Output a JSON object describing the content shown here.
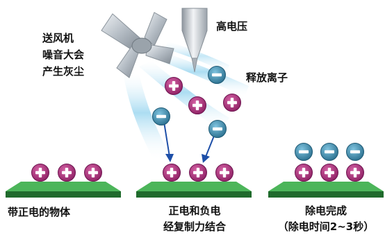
{
  "labels": {
    "fan_line1": "送风机",
    "fan_line2": "噪音大会",
    "fan_line3": "产生灰尘",
    "high_voltage": "高电压",
    "release_ions": "释放离子",
    "panel1_caption": "带正电的物体",
    "panel2_caption_line1": "正电和负电",
    "panel2_caption_line2": "经复制力结合",
    "panel3_caption_line1": "除电完成",
    "panel3_caption_line2": "（除电时间2~3秒）"
  },
  "colors": {
    "positive_ion": "#a8307a",
    "negative_ion": "#3a86a8",
    "plate_top": "#3aa34a",
    "plate_side": "#1f6a2c",
    "airflow": "#bfe6f6",
    "fan": "#b9c0c7",
    "needle": "#c3c9cf",
    "arrow": "#1d4fa8"
  },
  "icons": {
    "fan": "fan-icon",
    "needle": "electrode-needle-icon",
    "positive": "positive-ion-icon",
    "negative": "negative-ion-icon",
    "plate": "charged-plate-icon",
    "arrow": "attraction-arrow-icon"
  }
}
